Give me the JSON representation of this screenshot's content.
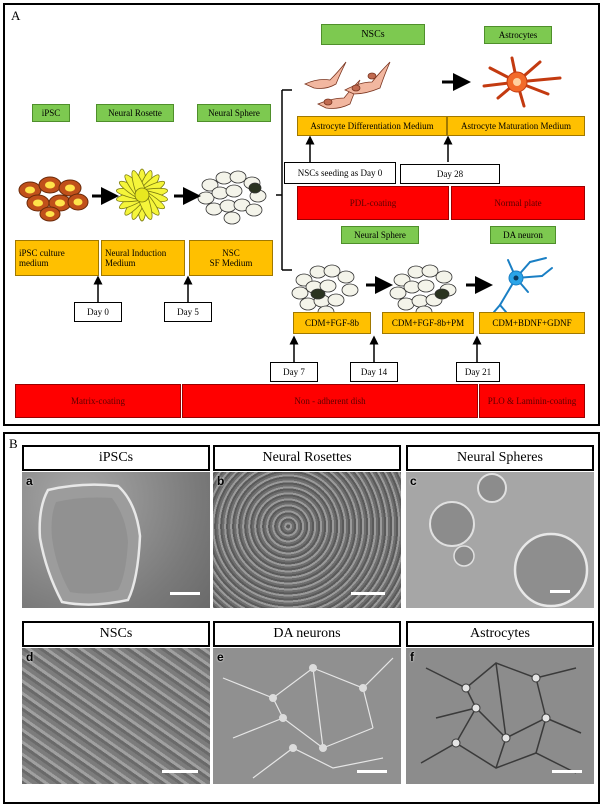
{
  "panelA": {
    "letter": "A",
    "stage_labels": {
      "ipsc": "iPSC",
      "neural_rosette": "Neural Rosette",
      "neural_sphere_top": "Neural Sphere",
      "nscs": "NSCs",
      "astrocytes": "Astrocytes",
      "neural_sphere_mid": "Neural Sphere",
      "da_neuron": "DA neuron"
    },
    "media": {
      "ipsc_culture": "iPSC culture medium",
      "neural_induction": "Neural Induction Medium",
      "nsc_sf": "NSC\nSF Medium",
      "astro_diff": "Astrocyte Differentiation Medium",
      "astro_mat": "Astrocyte Maturation Medium",
      "cdm_fgf": "CDM+FGF-8b",
      "cdm_fgf_pm": "CDM+FGF-8b+PM",
      "cdm_bdnf": "CDM+BDNF+GDNF"
    },
    "coatings": {
      "pdl": "PDL-coating",
      "normal": "Normal plate",
      "matrix": "Matrix-coating",
      "non_adherent": "Non - adherent dish",
      "plo": "PLO & Laminin-coating"
    },
    "timepoints": {
      "day0": "Day 0",
      "day5": "Day 5",
      "nsc_seed": "NSCs seeding as Day 0",
      "day28": "Day 28",
      "day7": "Day 7",
      "day14": "Day 14",
      "day21": "Day 21"
    },
    "colors": {
      "green": "#7dc950",
      "orange": "#ffc000",
      "red": "#ff0000"
    }
  },
  "panelB": {
    "letter": "B",
    "images": [
      {
        "title": "iPSCs",
        "letter": "a"
      },
      {
        "title": "Neural Rosettes",
        "letter": "b"
      },
      {
        "title": "Neural Spheres",
        "letter": "c"
      },
      {
        "title": "NSCs",
        "letter": "d"
      },
      {
        "title": "DA neurons",
        "letter": "e"
      },
      {
        "title": "Astrocytes",
        "letter": "f"
      }
    ]
  }
}
